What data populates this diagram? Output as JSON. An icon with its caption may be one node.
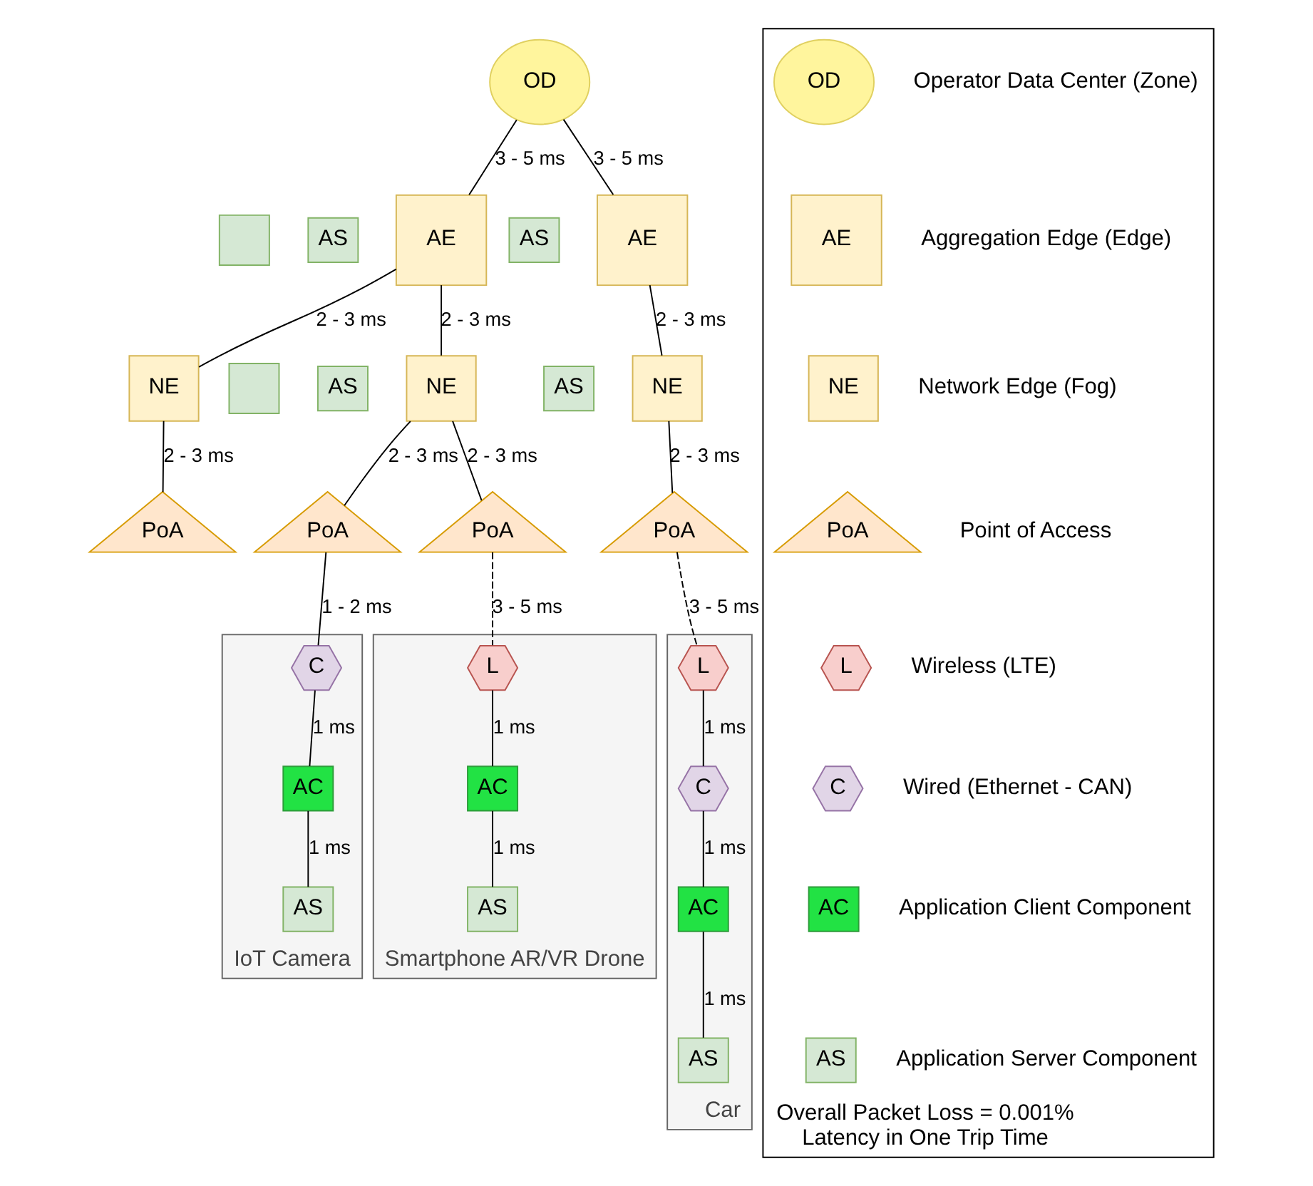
{
  "diagram": {
    "nodes": [
      {
        "text": [
          "OD"
        ]
      },
      {
        "text": [
          "AS"
        ]
      },
      {
        "text": [],
        "shape": "box"
      },
      {
        "text": [
          "AE"
        ]
      },
      {
        "text": [
          "AS"
        ]
      },
      {
        "text": [
          "AE"
        ]
      },
      {
        "text": [
          "AS"
        ]
      },
      {
        "text": [],
        "shape": "box"
      },
      {
        "text": [
          "NE"
        ]
      },
      {
        "text": [
          "NE"
        ]
      },
      {
        "text": [
          "AS"
        ]
      },
      {
        "text": [
          "NE"
        ]
      },
      {
        "text": [
          "PoA"
        ]
      },
      {
        "text": [
          "PoA"
        ]
      },
      {
        "text": [
          "PoA"
        ]
      },
      {
        "text": [
          "PoA"
        ]
      },
      {
        "text": [
          "IoT Camera"
        ]
      },
      {
        "text": [
          "C"
        ],
        "in": 16
      },
      {
        "text": [
          "AC"
        ],
        "in": 16
      },
      {
        "text": [
          "AS"
        ],
        "in": 16
      },
      {
        "text": [
          "Smartphone AR/VR Drone"
        ]
      },
      {
        "text": [
          "L"
        ],
        "in": 20
      },
      {
        "text": [
          "AC"
        ],
        "in": 20
      },
      {
        "text": [
          "AS"
        ],
        "in": 20
      },
      {
        "text": [
          "Car"
        ]
      },
      {
        "text": [
          "L"
        ],
        "in": 24
      },
      {
        "text": [
          "C"
        ],
        "in": 24
      },
      {
        "text": [
          "AC"
        ],
        "in": 24
      },
      {
        "text": [
          "AS"
        ],
        "in": 24
      },
      {
        "text": [
          "Overall Packet Loss = 0.001%",
          "Latency in One Trip Time"
        ]
      },
      {
        "text": [
          "OD"
        ],
        "in": 29,
        "beside": [
          "Operator Data Center (Zone)"
        ]
      },
      {
        "text": [
          "AE"
        ],
        "in": 29,
        "beside": [
          "Aggregation Edge (Edge)"
        ]
      },
      {
        "text": [
          "NE"
        ],
        "in": 29,
        "beside": [
          "Network Edge (Fog)"
        ]
      },
      {
        "text": [
          "PoA"
        ],
        "in": 29,
        "beside": [
          "Point of Access"
        ]
      },
      {
        "text": [
          "L"
        ],
        "in": 29,
        "beside": [
          "Wireless (LTE)"
        ]
      },
      {
        "text": [
          "C"
        ],
        "in": 29,
        "beside": [
          "Wired (Ethernet - CAN)"
        ]
      },
      {
        "text": [
          "AC"
        ],
        "in": 29,
        "beside": [
          "Application Client Component"
        ]
      },
      {
        "text": [
          "AS"
        ],
        "in": 29,
        "beside": [
          "Application Server Component"
        ]
      }
    ],
    "edges": [
      {
        "from": 0,
        "to": 3,
        "arrow": "none",
        "label": "3 - 5 ms"
      },
      {
        "from": 0,
        "to": 5,
        "arrow": "none",
        "label": "3 - 5 ms"
      },
      {
        "from": 3,
        "to": 8,
        "arrow": "none",
        "label": "2 - 3 ms"
      },
      {
        "from": 3,
        "to": 9,
        "arrow": "none",
        "label": "2 - 3 ms"
      },
      {
        "from": 5,
        "to": 11,
        "arrow": "none",
        "label": "2 - 3 ms"
      },
      {
        "from": 8,
        "to": 12,
        "arrow": "none",
        "label": "2 - 3 ms"
      },
      {
        "from": 8,
        "to": 13,
        "arrow": "none",
        "label": "2 - 3 ms"
      },
      {
        "from": 9,
        "to": 14,
        "arrow": "none",
        "label": "2 - 3 ms"
      },
      {
        "from": 11,
        "to": 15,
        "arrow": "none",
        "label": "2 - 3 ms"
      },
      {
        "from": 12,
        "to": 17,
        "arrow": "none",
        "label": "1 - 2 ms"
      },
      {
        "from": 13,
        "to": 21,
        "arrow": "none",
        "label": "3 - 5 ms",
        "style": "dashed"
      },
      {
        "from": 15,
        "to": 25,
        "arrow": "none",
        "label": "3 - 5 ms",
        "style": "dashed"
      },
      {
        "from": 17,
        "to": 18,
        "arrow": "none",
        "label": "1 ms"
      },
      {
        "from": 18,
        "to": 19,
        "arrow": "none",
        "label": "1 ms"
      },
      {
        "from": 21,
        "to": 22,
        "arrow": "none",
        "label": "1 ms"
      },
      {
        "from": 22,
        "to": 23,
        "arrow": "none",
        "label": "1 ms"
      },
      {
        "from": 25,
        "to": 26,
        "arrow": "none",
        "label": "1 ms"
      },
      {
        "from": 26,
        "to": 27,
        "arrow": "none",
        "label": "1 ms"
      },
      {
        "from": 27,
        "to": 28,
        "arrow": "none",
        "label": "1 ms"
      }
    ]
  }
}
